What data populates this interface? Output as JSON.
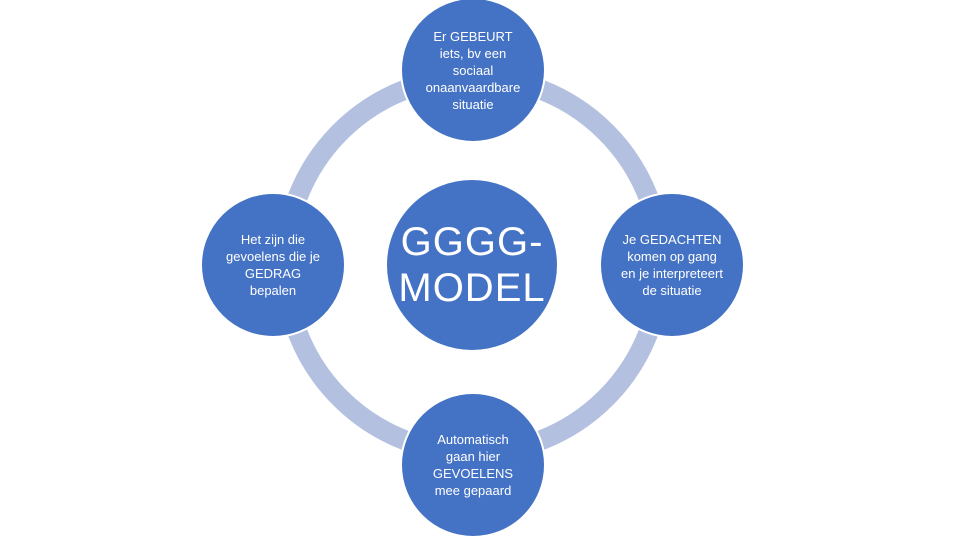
{
  "colors": {
    "node": "#4472c4",
    "ring": "#b4c0e0"
  },
  "diagram": {
    "center": "GGGG-MODEL",
    "top": "Er GEBEURT iets, bv een sociaal onaanvaardbare situatie",
    "right": "Je GEDACHTEN komen op gang en je interpreteert de situatie",
    "bottom": "Automatisch gaan hier GEVOELENS mee gepaard",
    "left": "Het zijn die gevoelens die je GEDRAG bepalen"
  }
}
